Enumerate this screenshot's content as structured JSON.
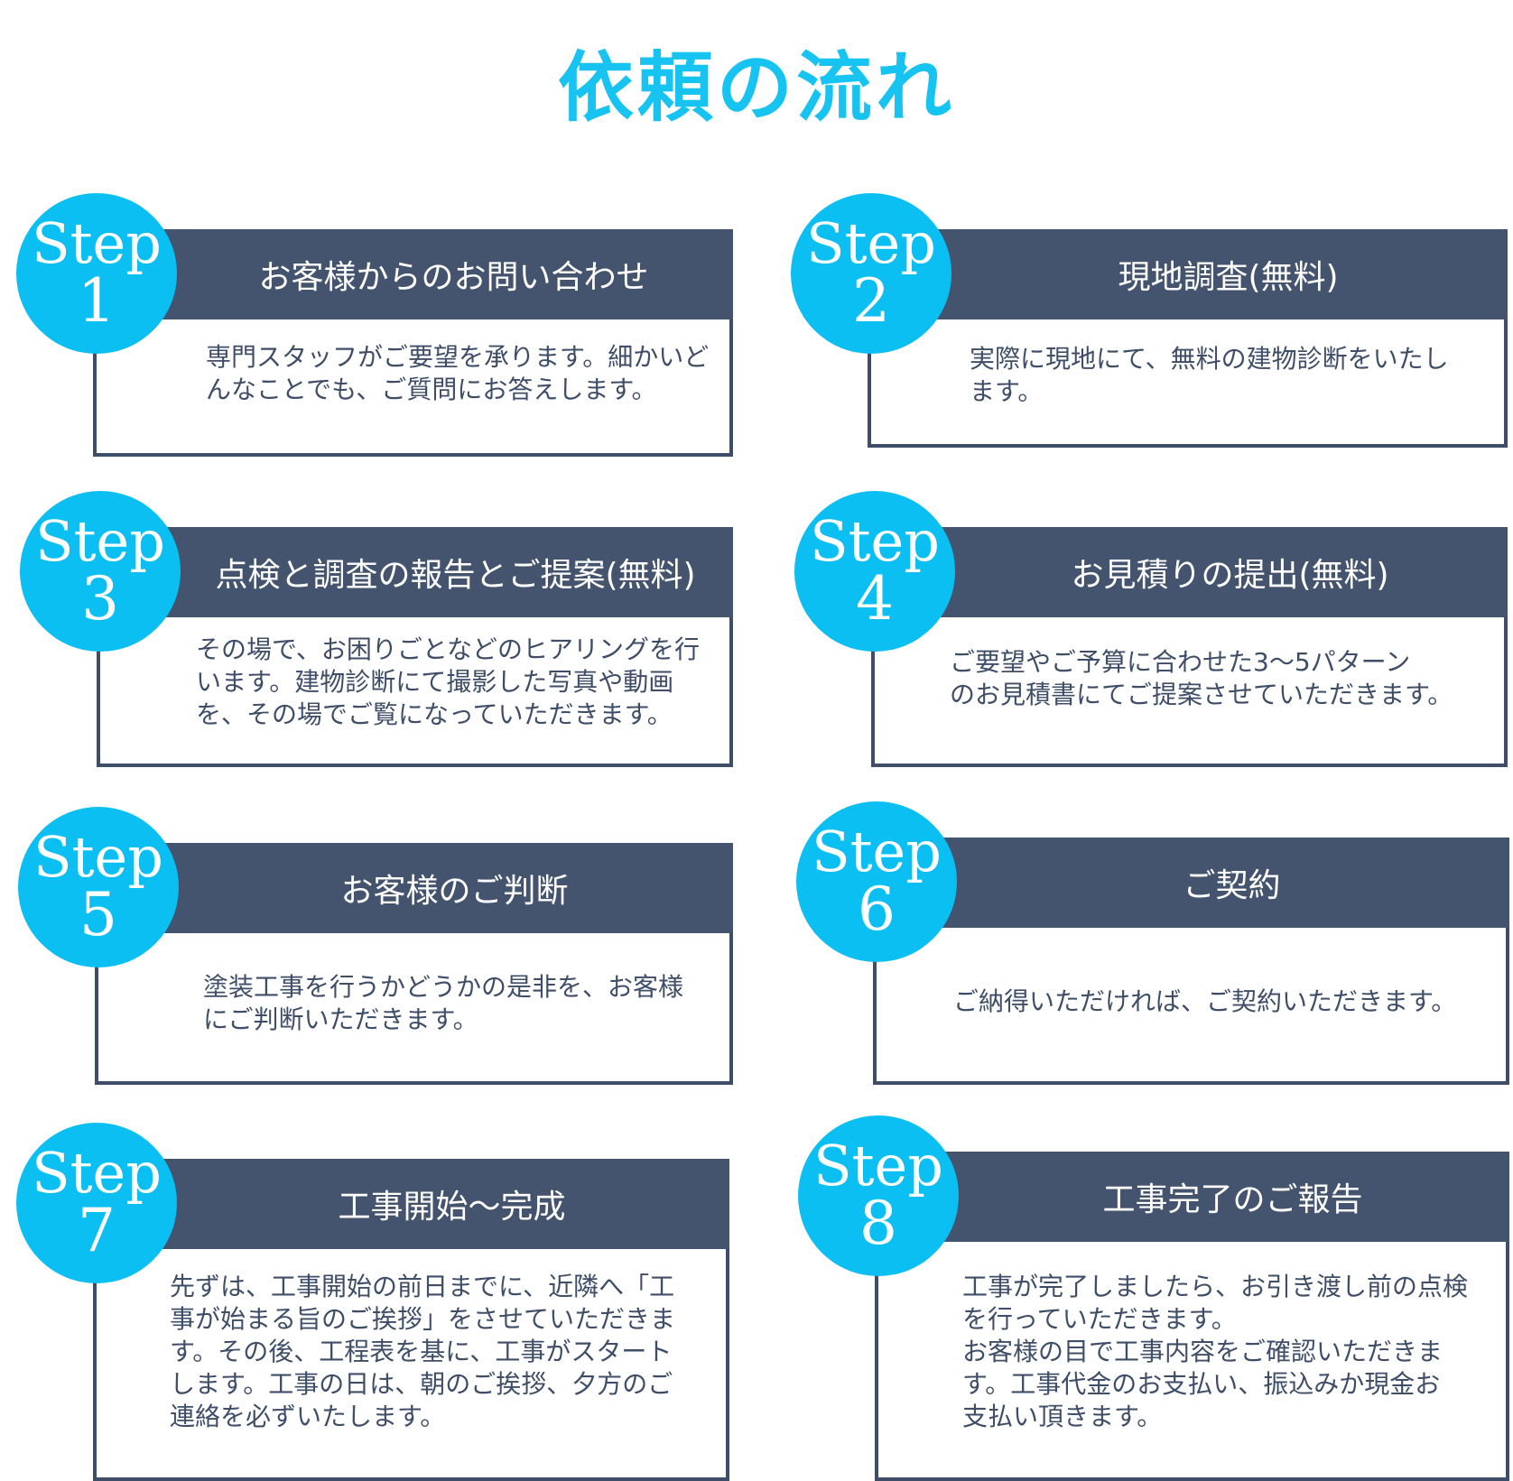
{
  "page": {
    "title": "依頼の流れ",
    "step_word": "Step",
    "colors": {
      "accent": "#0bbff2",
      "title": "#17c3f0",
      "band": "#44546e",
      "border": "#3f4e68",
      "heading_text": "#ffffff",
      "body_text": "#3f4e68"
    }
  },
  "steps": [
    {
      "number": "1",
      "heading": "お客様からのお問い合わせ",
      "description": "専門スタッフがご要望を承ります。細かいど\nんなことでも、ご質問にお答えします。"
    },
    {
      "number": "2",
      "heading": "現地調査(無料)",
      "description": "実際に現地にて、無料の建物診断をいたし\nます。"
    },
    {
      "number": "3",
      "heading": "点検と調査の報告とご提案(無料)",
      "description": "その場で、お困りごとなどのヒアリングを行\nいます。建物診断にて撮影した写真や動画\nを、その場でご覧になっていただきます。"
    },
    {
      "number": "4",
      "heading": "お見積りの提出(無料)",
      "description": "ご要望やご予算に合わせた3～5パターン\nのお見積書にてご提案させていただきます。"
    },
    {
      "number": "5",
      "heading": "お客様のご判断",
      "description": "塗装工事を行うかどうかの是非を、お客様\nにご判断いただきます。"
    },
    {
      "number": "6",
      "heading": "ご契約",
      "description": "ご納得いただければ、ご契約いただきます。"
    },
    {
      "number": "7",
      "heading": "工事開始～完成",
      "description": "先ずは、工事開始の前日までに、近隣へ「工\n事が始まる旨のご挨拶」をさせていただきま\nす。その後、工程表を基に、工事がスタート\nします。工事の日は、朝のご挨拶、夕方のご\n連絡を必ずいたします。"
    },
    {
      "number": "8",
      "heading": "工事完了のご報告",
      "description": "工事が完了しましたら、お引き渡し前の点検\nを行っていただきます。\nお客様の目で工事内容をご確認いただきま\nす。工事代金のお支払い、振込みか現金お\n支払い頂きます。"
    }
  ]
}
